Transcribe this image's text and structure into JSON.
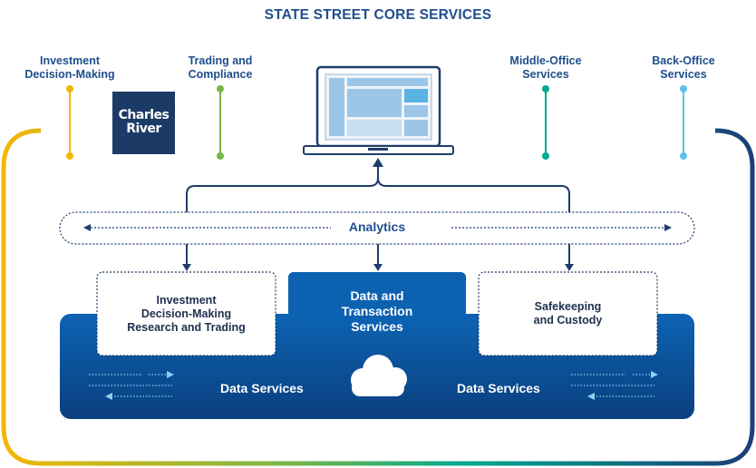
{
  "title": "STATE STREET CORE SERVICES",
  "top_labels": {
    "investment": [
      "Investment",
      "Decision-Making"
    ],
    "trading": [
      "Trading and",
      "Compliance"
    ],
    "middle_office": [
      "Middle-Office",
      "Services"
    ],
    "back_office": [
      "Back-Office",
      "Services"
    ]
  },
  "logo": [
    "Charles",
    "River"
  ],
  "analytics": "Analytics",
  "boxes": {
    "left": [
      "Investment",
      "Decision-Making",
      "Research and Trading"
    ],
    "center": [
      "Data and",
      "Transaction",
      "Services"
    ],
    "right": [
      "Safekeeping",
      "and Custody"
    ]
  },
  "data_services_left": "Data Services",
  "data_services_right": "Data Services",
  "colors": {
    "title": "#1f4e8c",
    "yellow": "#f2b705",
    "green": "#7ab648",
    "teal": "#00a98f",
    "light_blue": "#5bc2e7",
    "navy": "#1b3f78",
    "platform_blue": "#0a5ca8",
    "logo_bg": "#1c3a66"
  },
  "icons": [
    "laptop-icon",
    "cloud-icon",
    "arrow-icon"
  ]
}
